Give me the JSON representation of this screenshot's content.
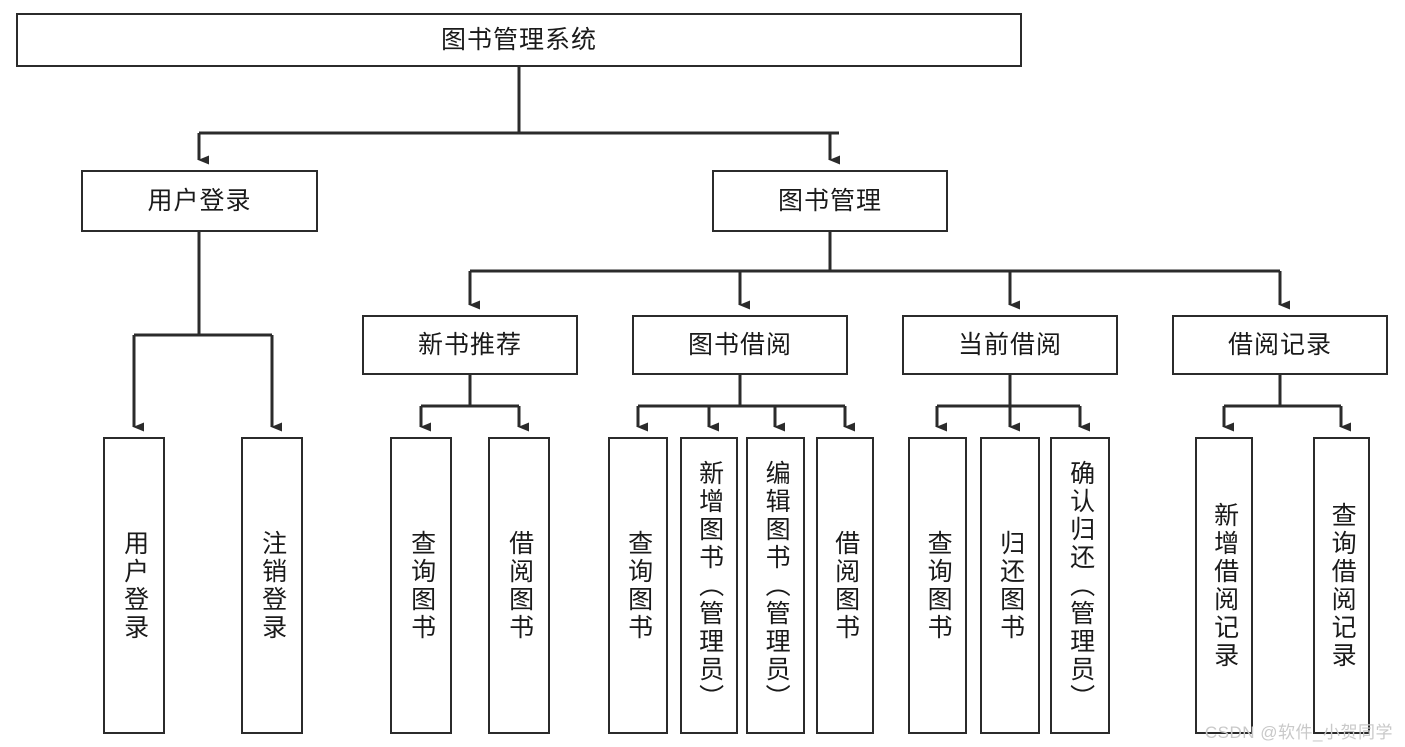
{
  "diagram": {
    "title": "图书管理系统",
    "type": "tree-hierarchy",
    "root": {
      "label": "图书管理系统"
    },
    "level2": [
      {
        "label": "用户登录"
      },
      {
        "label": "图书管理"
      }
    ],
    "level3": [
      {
        "label": "新书推荐"
      },
      {
        "label": "图书借阅"
      },
      {
        "label": "当前借阅"
      },
      {
        "label": "借阅记录"
      }
    ],
    "leaves": [
      {
        "label": "用户登录",
        "parent": "用户登录"
      },
      {
        "label": "注销登录",
        "parent": "用户登录"
      },
      {
        "label": "查询图书",
        "parent": "新书推荐"
      },
      {
        "label": "借阅图书",
        "parent": "新书推荐"
      },
      {
        "label": "查询图书",
        "parent": "图书借阅"
      },
      {
        "label": "新增图书（管理员）",
        "parent": "图书借阅"
      },
      {
        "label": "编辑图书（管理员）",
        "parent": "图书借阅"
      },
      {
        "label": "借阅图书",
        "parent": "图书借阅"
      },
      {
        "label": "查询图书",
        "parent": "当前借阅"
      },
      {
        "label": "归还图书",
        "parent": "当前借阅"
      },
      {
        "label": "确认归还（管理员）",
        "parent": "当前借阅"
      },
      {
        "label": "新增借阅记录",
        "parent": "借阅记录"
      },
      {
        "label": "查询借阅记录",
        "parent": "借阅记录"
      }
    ]
  },
  "watermark": {
    "text": "CSDN @软件_小贺同学"
  },
  "colors": {
    "stroke": "#2b2b2b",
    "background": "#ffffff",
    "text": "#1a1a1a",
    "watermark": "#c9c9c9"
  }
}
